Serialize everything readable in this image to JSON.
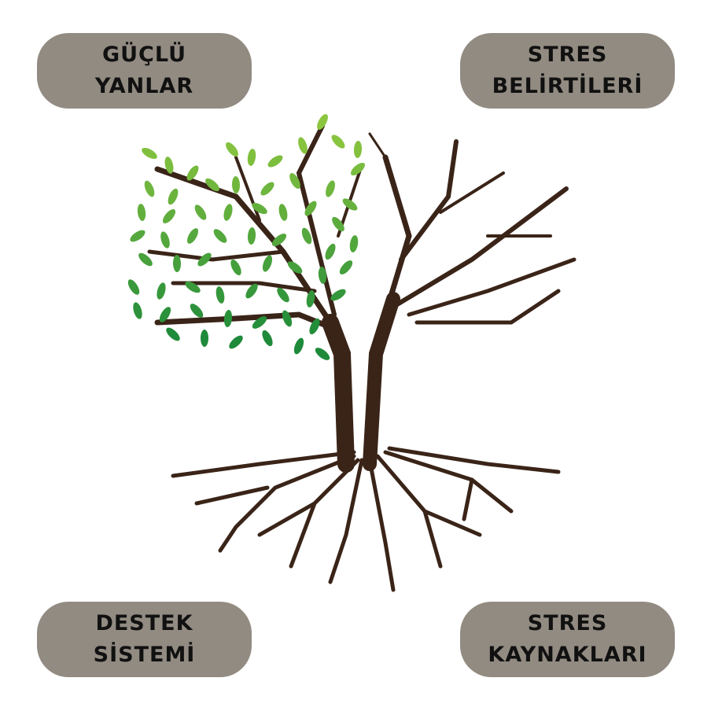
{
  "labels": {
    "strengths": [
      "GÜÇLÜ",
      "YANLAR"
    ],
    "stress_symptoms": [
      "STRES",
      "BELİRTİLERİ"
    ],
    "support_system": [
      "DESTEK",
      "SİSTEMİ"
    ],
    "stress_sources": [
      "STRES",
      "KAYNAKLARI"
    ]
  },
  "colors": {
    "pill": "#928b82",
    "trunk": "#3a2418",
    "leaf_light": "#8cc63f",
    "leaf_dark": "#1f8a3c"
  }
}
